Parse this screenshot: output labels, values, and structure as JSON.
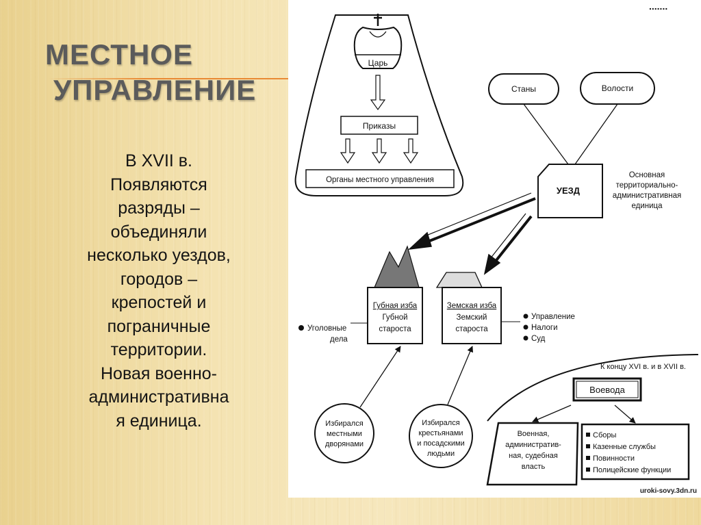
{
  "slide": {
    "title_line1": "МЕСТНОЕ",
    "title_line2": "УПРАВЛЕНИЕ",
    "body_lines": [
      "В  XVII в.",
      "Появляются",
      "разряды –",
      "объединяли",
      "несколько уездов,",
      "городов –",
      "крепостей и",
      "пограничные",
      "территории.",
      "Новая военно-",
      "административна",
      "я единица."
    ]
  },
  "diagram": {
    "tsar": "Царь",
    "prikazy": "Приказы",
    "local_organs": "Органы местного управления",
    "stany": "Станы",
    "volosti": "Волости",
    "uezd": "УЕЗД",
    "uezd_note": [
      "Основная",
      "территориально-",
      "административная",
      "единица"
    ],
    "gubnaya_title": "Губная изба",
    "gubnaya_sub": [
      "Губной",
      "староста"
    ],
    "zemskaya_title": "Земская изба",
    "zemskaya_sub": [
      "Земский",
      "староста"
    ],
    "left_bullet": [
      "Уголовные",
      "дела"
    ],
    "right_bullets": [
      "Управление",
      "Налоги",
      "Суд"
    ],
    "period_note": "К концу XVI в. и в XVII в.",
    "voevoda": "Воевода",
    "elected_gubnaya": [
      "Избирался",
      "местными",
      "дворянами"
    ],
    "elected_zemskaya": [
      "Избирался",
      "крестьянами",
      "и посадскими",
      "людьми"
    ],
    "voevoda_power": [
      "Военная,",
      "административ-",
      "ная, судебная",
      "власть"
    ],
    "voevoda_duties": [
      "Сборы",
      "Казенные службы",
      "Повинности",
      "Полицейские функции"
    ],
    "top_marks": ".......",
    "watermark": "uroki-sovy.3dn.ru"
  }
}
